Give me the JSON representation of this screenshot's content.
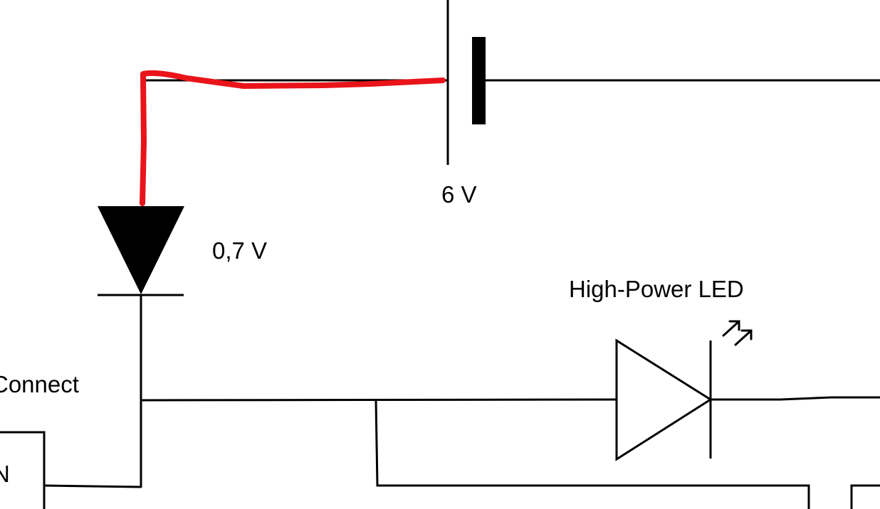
{
  "labels": {
    "battery_voltage": "6 V",
    "diode_voltage": "0,7 V",
    "led_name": "High-Power LED",
    "connector_label": "Connect",
    "pin_label": "N"
  },
  "colors": {
    "wire": "#000000",
    "highlight_path": "#e8141a",
    "background": "#ffffff"
  },
  "components": [
    {
      "type": "battery",
      "name": "battery-6v"
    },
    {
      "type": "diode",
      "name": "diode-0-7v"
    },
    {
      "type": "led",
      "name": "high-power-led"
    },
    {
      "type": "connector",
      "name": "connector-block"
    }
  ]
}
